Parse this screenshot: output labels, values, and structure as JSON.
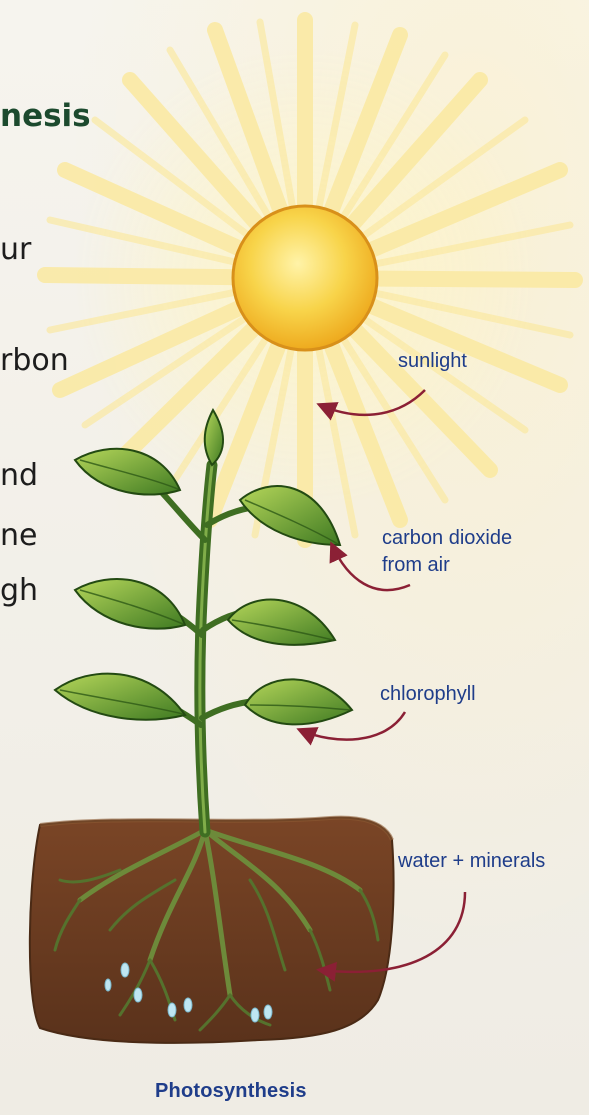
{
  "text_fragments": {
    "heading": "nesis",
    "line1": "ur",
    "line2": "rbon",
    "line3": "nd",
    "line4": "ne",
    "line5": "gh"
  },
  "labels": {
    "sunlight": "sunlight",
    "carbon_dioxide_line1": "carbon dioxide",
    "carbon_dioxide_line2": "from air",
    "chlorophyll": "chlorophyll",
    "water_minerals": "water + minerals"
  },
  "caption": "Photosynthesis",
  "colors": {
    "sun": "#f4c63a",
    "label_text": "#1f3d8a",
    "arrow": "#8b2035",
    "leaf": "#5c8f2a",
    "soil": "#6b3d22"
  }
}
